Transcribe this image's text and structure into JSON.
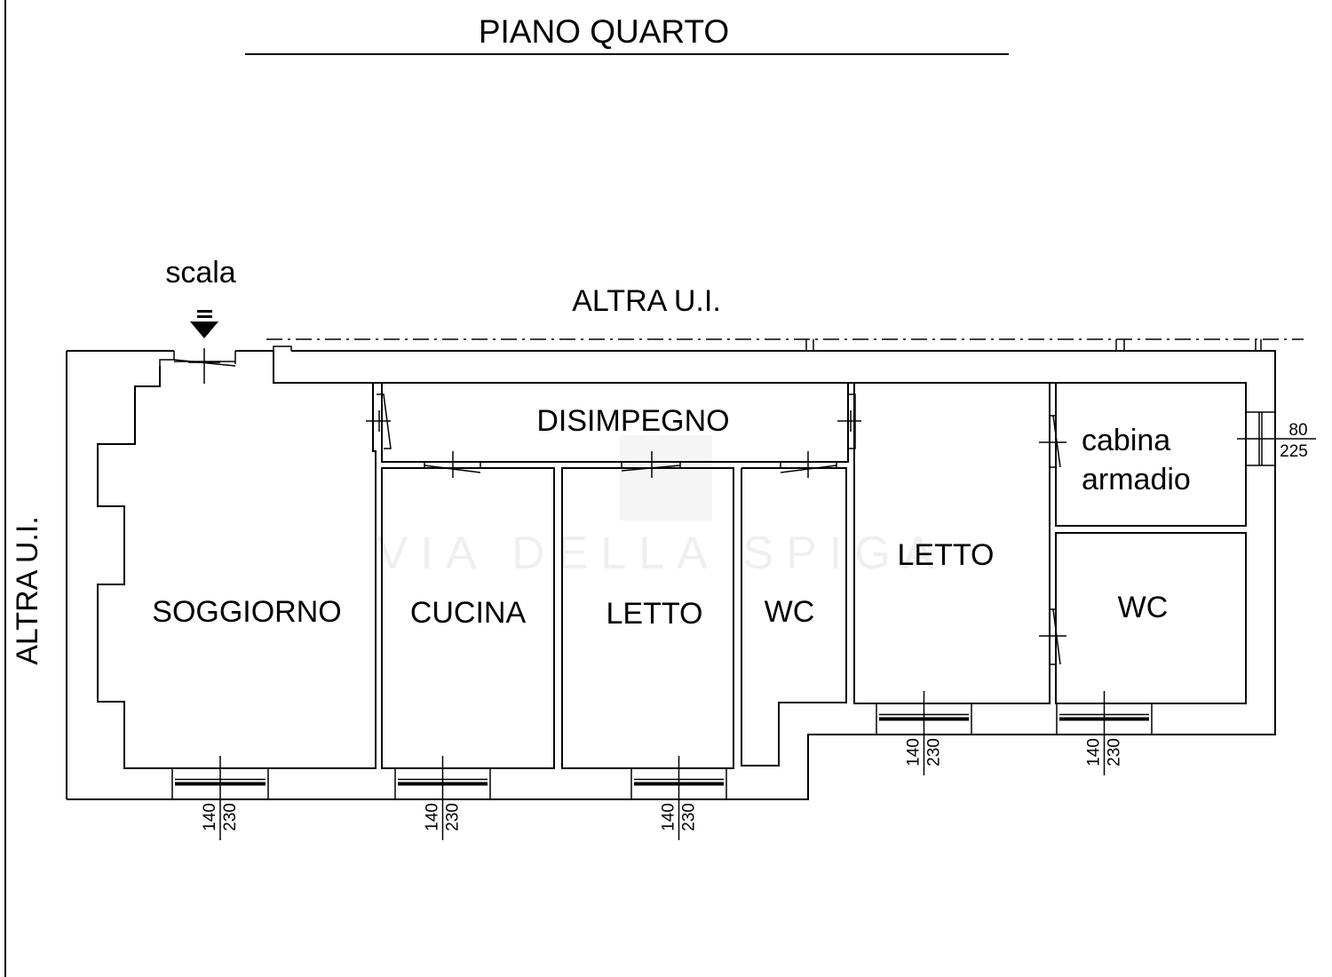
{
  "title": "PIANO QUARTO",
  "stair_label": "scala",
  "neighbor_top": "ALTRA U.I.",
  "neighbor_left": "ALTRA U.I.",
  "watermark": "VIA DELLA SPIGA",
  "rooms": {
    "disimpegno": "DISIMPEGNO",
    "soggiorno": "SOGGIORNO",
    "cucina": "CUCINA",
    "letto_1": "LETTO",
    "wc_1": "WC",
    "letto_2": "LETTO",
    "cabina_line1": "cabina",
    "cabina_line2": "armadio",
    "wc_2": "WC"
  },
  "windows": [
    {
      "room": "soggiorno",
      "w": "140",
      "h": "230"
    },
    {
      "room": "cucina",
      "w": "140",
      "h": "230"
    },
    {
      "room": "letto_1",
      "w": "140",
      "h": "230"
    },
    {
      "room": "letto_2",
      "w": "140",
      "h": "230"
    },
    {
      "room": "wc_2",
      "w": "140",
      "h": "230"
    }
  ],
  "small_window": {
    "w": "80",
    "h": "225"
  }
}
